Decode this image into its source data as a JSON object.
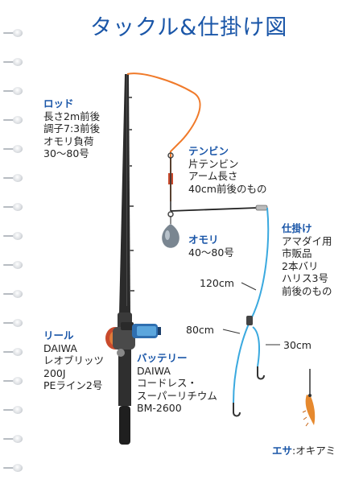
{
  "title": "タックル&仕掛け図",
  "rod": {
    "heading": "ロッド",
    "lines": [
      "長さ2m前後",
      "調子7:3前後",
      "オモリ負荷",
      "30〜80号"
    ]
  },
  "tenbin": {
    "heading": "テンビン",
    "lines": [
      "片テンビン",
      "アーム長さ",
      "40cm前後のもの"
    ]
  },
  "omori": {
    "heading": "オモリ",
    "lines": [
      "40〜80号"
    ]
  },
  "shikake": {
    "heading": "仕掛け",
    "lines": [
      "アマダイ用",
      "市販品",
      "2本バリ",
      "ハリス3号",
      "前後のもの"
    ]
  },
  "reel": {
    "heading": "リール",
    "lines": [
      "DAIWA",
      "レオブリッツ",
      "200J",
      "PEライン2号"
    ]
  },
  "battery": {
    "heading": "バッテリー",
    "lines": [
      "DAIWA",
      "コードレス・",
      "スーパーリチウム",
      "BM-2600"
    ]
  },
  "dims": {
    "d120": "120cm",
    "d80": "80cm",
    "d30": "30cm"
  },
  "bait": {
    "label": "エサ",
    "value": ":オキアミ"
  },
  "colors": {
    "accent": "#1a56a8",
    "line_orange": "#f07a2a",
    "leader_blue": "#3aa9df",
    "rod": "#2a2a2a"
  }
}
